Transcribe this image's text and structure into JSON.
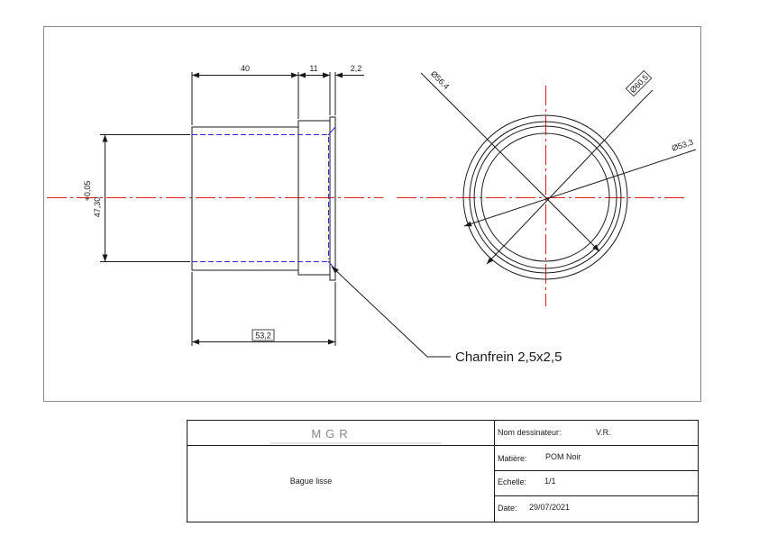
{
  "colors": {
    "outline": "#1a1a1a",
    "centerline": "#e0201f",
    "hidden": "#2a2adc",
    "frame": "#888888"
  },
  "side_view": {
    "dim_top_1": "40",
    "dim_top_2": "11",
    "dim_top_3": "2,2",
    "dim_overall_length": "53,2",
    "dim_diameter_value": "47,30",
    "dim_diameter_tolerance": "+0,05",
    "chamfer_note": "Chanfrein 2,5x2,5"
  },
  "front_view": {
    "dim_diameter_1": "Ø56,4",
    "dim_diameter_2": "Ø60,5",
    "dim_diameter_3": "Ø53,3"
  },
  "title_block": {
    "company": "MGR",
    "part_name": "Bague lisse",
    "drafter_label": "Nom dessinateur:",
    "drafter_value": "V.R.",
    "material_label": "Matière:",
    "material_value": "POM Noir",
    "scale_label": "Echelle:",
    "scale_value": "1/1",
    "date_label": "Date:",
    "date_value": "29/07/2021"
  }
}
